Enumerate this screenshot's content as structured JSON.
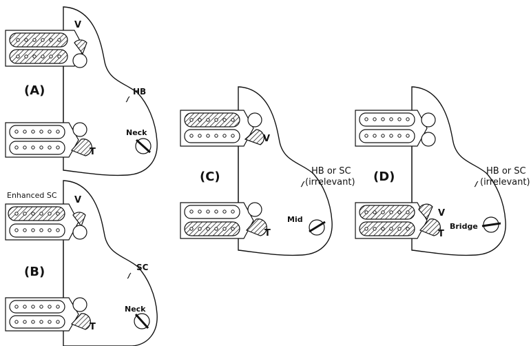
{
  "panels": [
    {
      "id": "A",
      "label": "(A)",
      "pickup_type": "HB",
      "knob_label": "Neck",
      "volume_label": "V",
      "tone_label": "T"
    },
    {
      "id": "B",
      "label": "(B)",
      "pickup_type": "SC",
      "knob_label": "Neck",
      "volume_label": "V",
      "tone_label": "T",
      "top_note": "Enhanced SC"
    },
    {
      "id": "C",
      "label": "(C)",
      "pickup_type_line1": "HB or SC",
      "pickup_type_line2": "(irrelevant)",
      "knob_label": "Mid",
      "volume_label": "V",
      "tone_label": "T"
    },
    {
      "id": "D",
      "label": "(D)",
      "pickup_type_line1": "HB or SC",
      "pickup_type_line2": "(irrelevant)",
      "knob_label": "Bridge",
      "volume_label": "V",
      "tone_label": "T"
    }
  ]
}
